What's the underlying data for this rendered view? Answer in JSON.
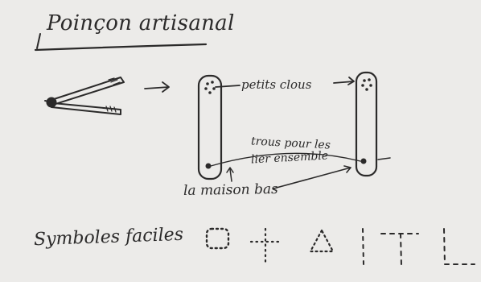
{
  "diagram": {
    "title": "Poinçon artisanal",
    "labels": {
      "clous": "petits clous",
      "trous_line1": "trous pour les",
      "trous_line2": "lier ensemble",
      "bas": "la maison bas",
      "symboles": "Symboles faciles"
    },
    "symbols": [
      "dotted-square-icon",
      "dotted-cross-icon",
      "dotted-triangle-icon",
      "dotted-vertical-line-icon",
      "dotted-t-icon",
      "dotted-l-icon"
    ],
    "colors": {
      "paper": "#ecebe9",
      "ink": "#2b2a2a"
    }
  }
}
